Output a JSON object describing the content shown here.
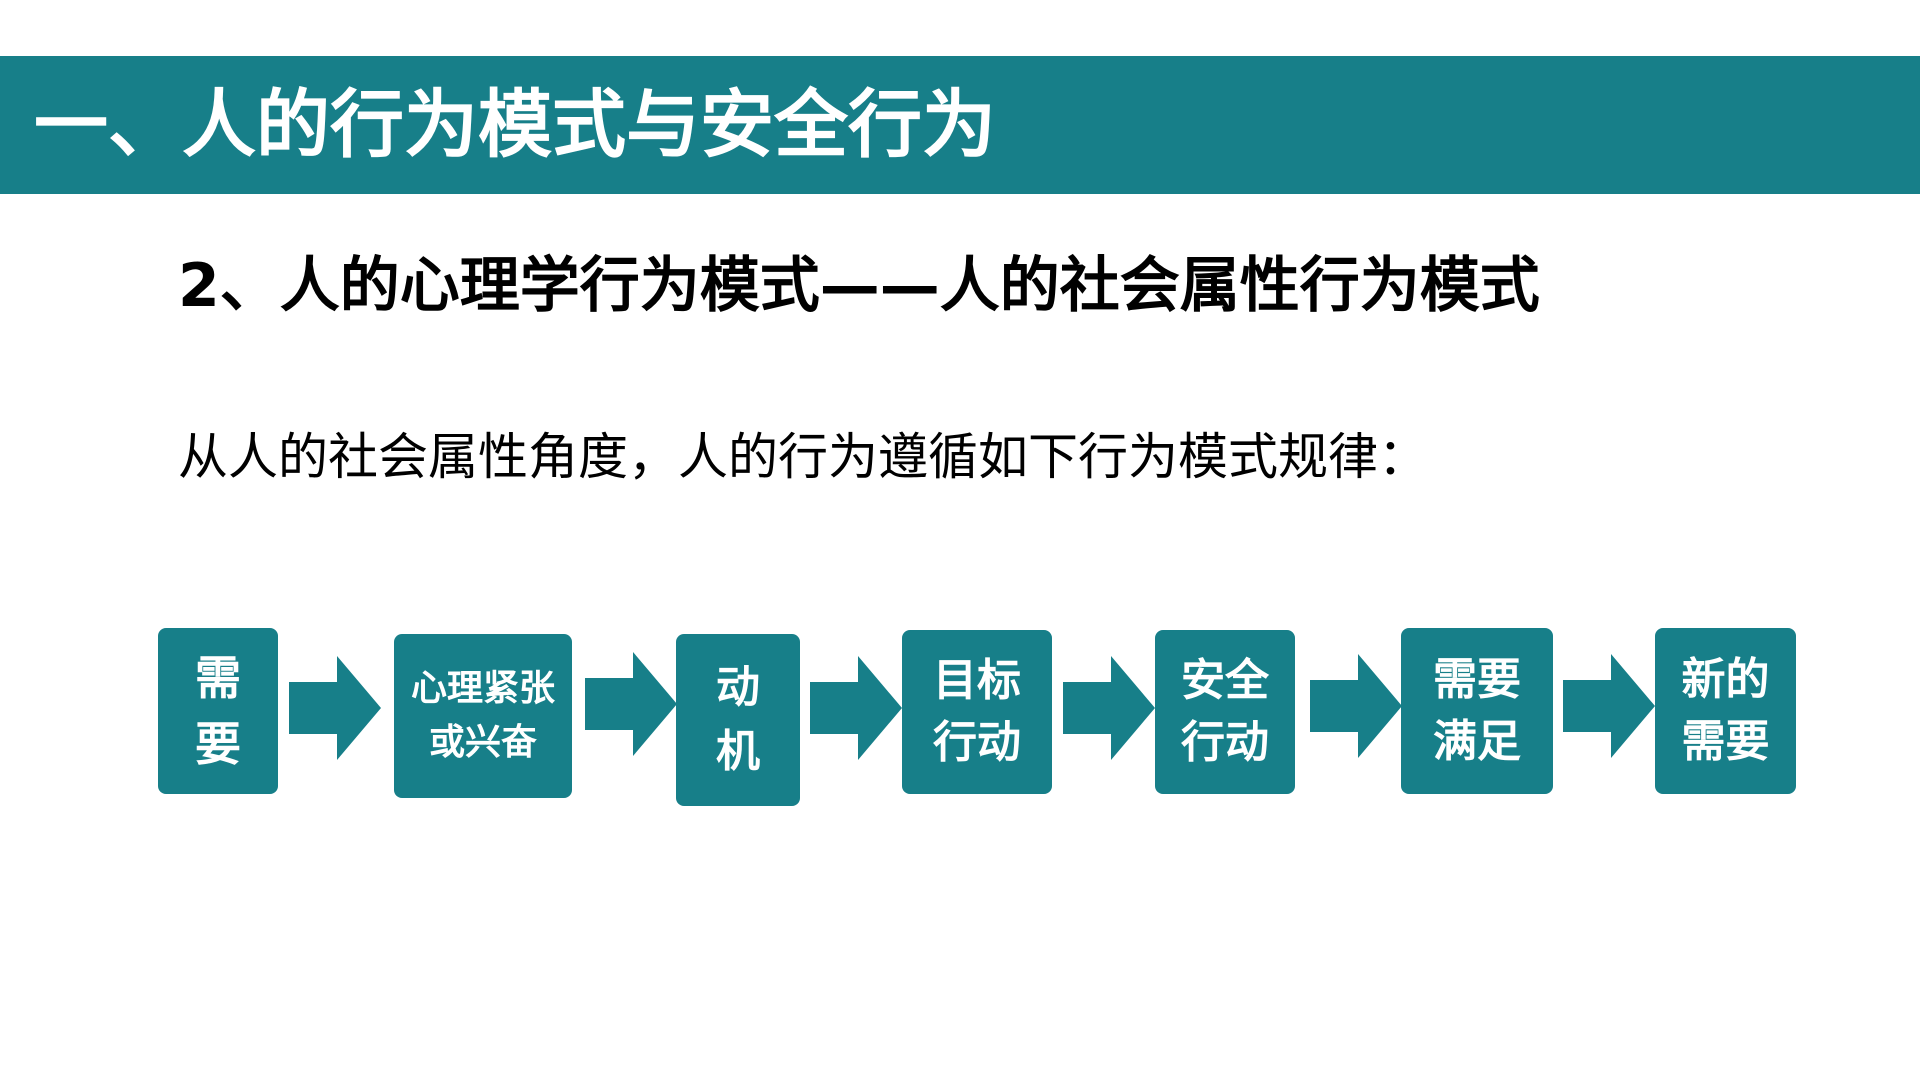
{
  "header": {
    "title": "一、人的行为模式与安全行为"
  },
  "main": {
    "subtitle": "2、人的心理学行为模式——人的社会属性行为模式",
    "intro": "从人的社会属性角度，人的行为遵循如下行为模式规律："
  },
  "flow": {
    "steps": [
      {
        "label": "需\n要"
      },
      {
        "label": "心理紧张\n或兴奋"
      },
      {
        "label": "动\n机"
      },
      {
        "label": "目标\n行动"
      },
      {
        "label": "安全\n行动"
      },
      {
        "label": "需要\n满足"
      },
      {
        "label": "新的\n需要"
      }
    ]
  },
  "colors": {
    "accent": "#177f89",
    "text": "#000000",
    "box_text": "#ffffff",
    "background": "#ffffff"
  }
}
